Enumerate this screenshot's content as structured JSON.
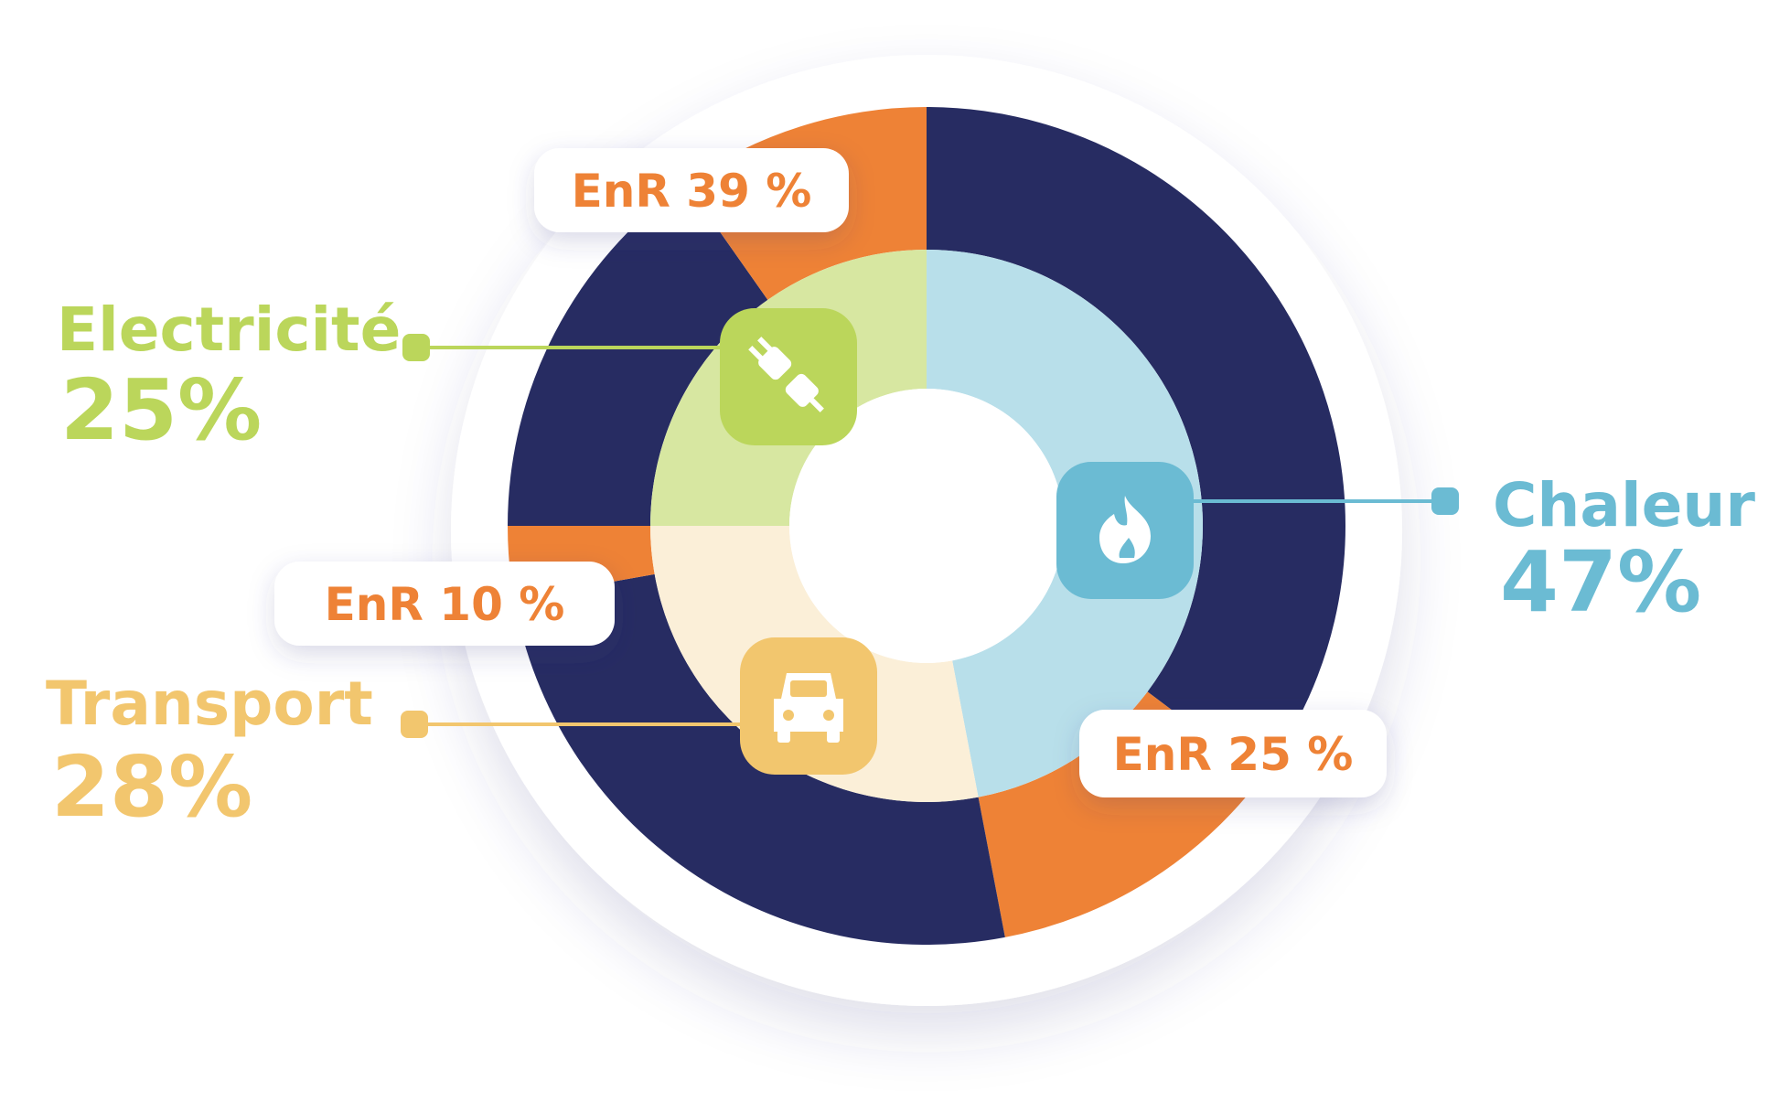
{
  "chart_data": {
    "type": "pie",
    "sectors": [
      {
        "key": "chaleur",
        "label": "Chaleur",
        "value": 47,
        "value_label": "47%",
        "enr": 25,
        "enr_label": "EnR 25 %",
        "icon": "flame-icon",
        "color": "#6BBBD3",
        "inner_color": "#B8DFEA"
      },
      {
        "key": "transport",
        "label": "Transport",
        "value": 28,
        "value_label": "28%",
        "enr": 10,
        "enr_label": "EnR 10 %",
        "icon": "car-icon",
        "color": "#F2C66E",
        "inner_color": "#FBEFD8"
      },
      {
        "key": "electricite",
        "label": "Electricité",
        "value": 25,
        "value_label": "25%",
        "enr": 39,
        "enr_label": "EnR 39 %",
        "icon": "plug-icon",
        "color": "#BBD65B",
        "inner_color": "#D7E7A1"
      }
    ],
    "colors": {
      "non_renewable": "#272C62",
      "renewable": "#EE8236"
    }
  }
}
